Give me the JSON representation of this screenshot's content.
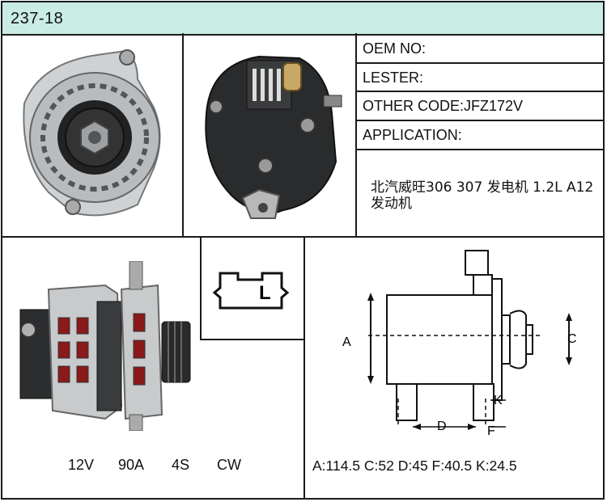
{
  "header": {
    "title": "237-18"
  },
  "info": {
    "oem_label": "OEM NO:",
    "lester_label": "LESTER:",
    "other_code_label": "OTHER CODE:",
    "other_code_value": "JFZ172V",
    "application_label": "APPLICATION:",
    "application_value": "北汽威旺306 307 发电机 1.2L A12发动机"
  },
  "plug": {
    "label": "L"
  },
  "specs": {
    "voltage": "12V",
    "amperage": "90A",
    "grooves": "4S",
    "rotation": "CW"
  },
  "drawing": {
    "label_a": "A",
    "label_c": "C",
    "label_d": "D",
    "label_f": "F",
    "label_k": "K"
  },
  "dimensions": {
    "text": "A:114.5 C:52 D:45 F:40.5 K:24.5"
  }
}
